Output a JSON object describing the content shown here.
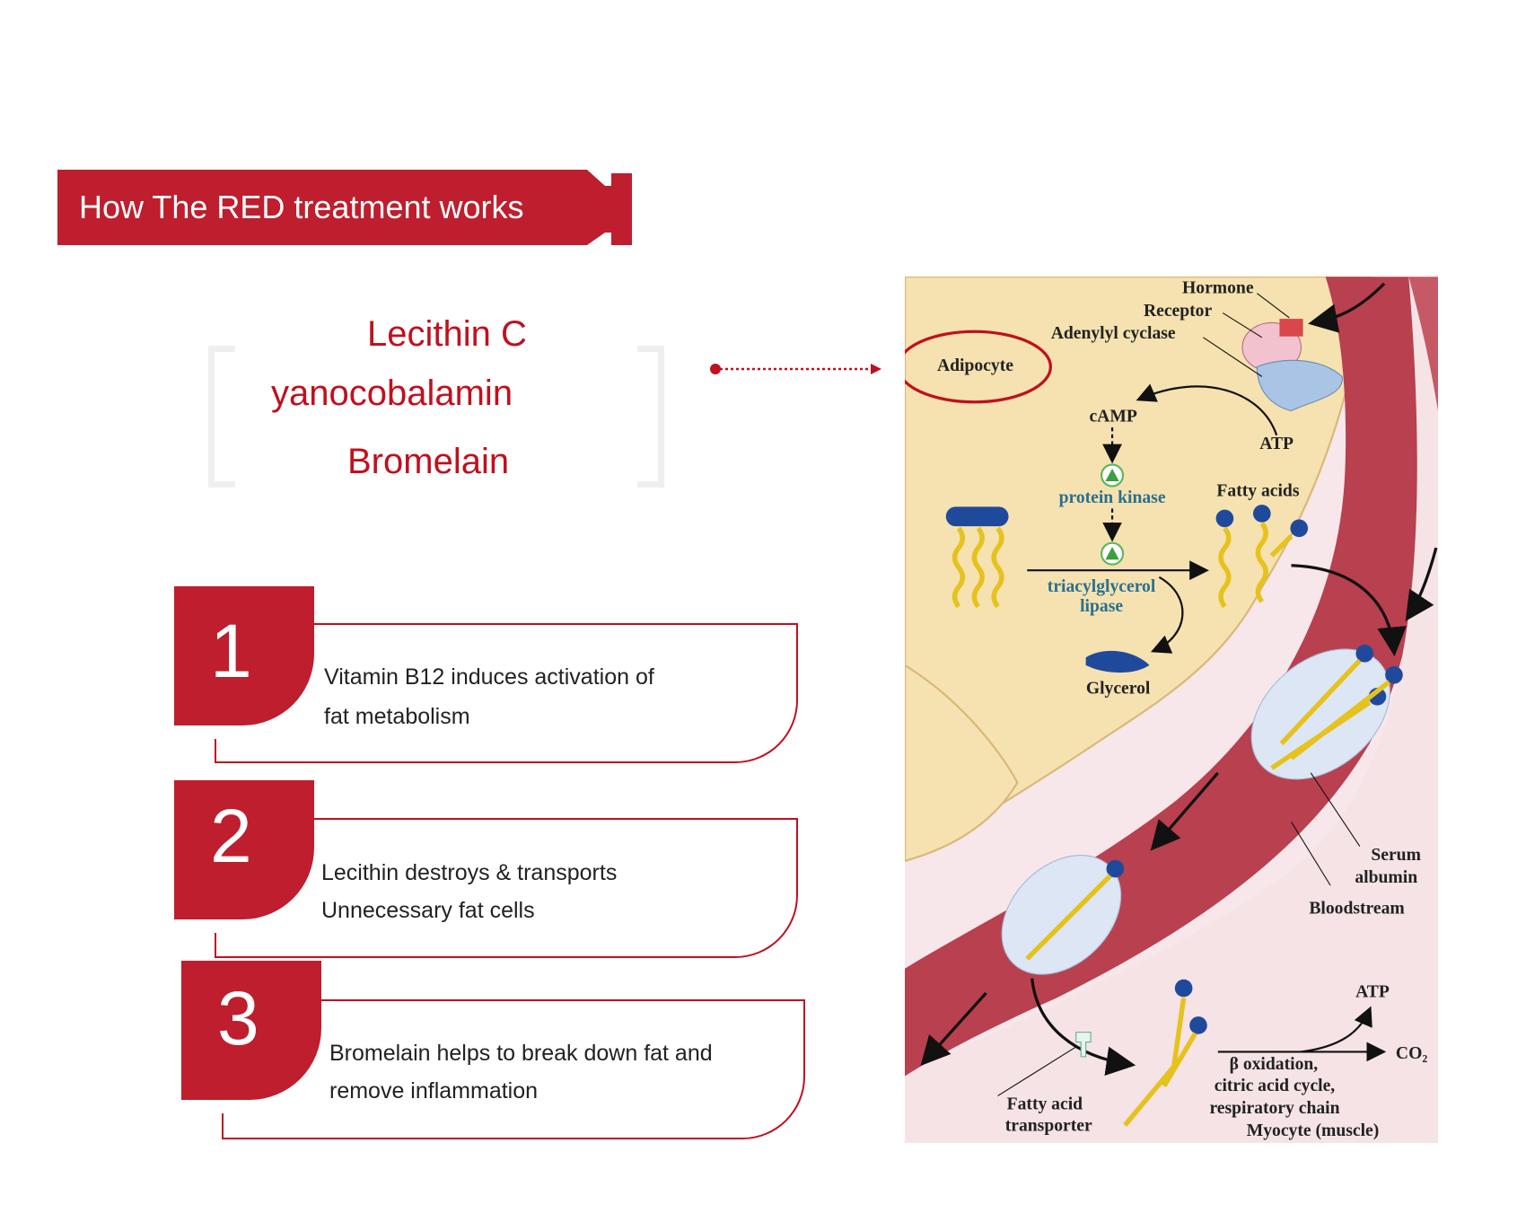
{
  "header": {
    "title": "How The RED treatment works",
    "color": "#be1e2d"
  },
  "ingredients": [
    "Lecithin  C",
    "yanocobalamin",
    "Bromelain"
  ],
  "steps": [
    {
      "number": "1",
      "lines": [
        "Vitamin B12 induces activation of",
        "fat metabolism"
      ]
    },
    {
      "number": "2",
      "lines": [
        "Lecithin destroys & transports",
        "Unnecessary fat cells"
      ]
    },
    {
      "number": "3",
      "lines": [
        "Bromelain helps to break down fat and",
        "remove inflammation"
      ]
    }
  ],
  "diagram": {
    "labels": {
      "hormone": "Hormone",
      "receptor": "Receptor",
      "adenylyl_cyclase": "Adenylyl cyclase",
      "adipocyte": "Adipocyte",
      "camp": "cAMP",
      "atp_top": "ATP",
      "protein_kinase": "protein kinase",
      "fatty_acids": "Fatty acids",
      "triacylglycerol": "triacylglycerol",
      "lipase": "lipase",
      "glycerol": "Glycerol",
      "serum": "Serum",
      "albumin": "albumin",
      "bloodstream": "Bloodstream",
      "atp_bottom": "ATP",
      "co2": "CO₂",
      "beta_oxidation": "β oxidation,",
      "citric_acid_cycle": "citric acid cycle,",
      "respiratory_chain": "respiratory chain",
      "myocyte": "Myocyte (muscle)",
      "fatty_acid": "Fatty acid",
      "transporter": "transporter"
    }
  }
}
